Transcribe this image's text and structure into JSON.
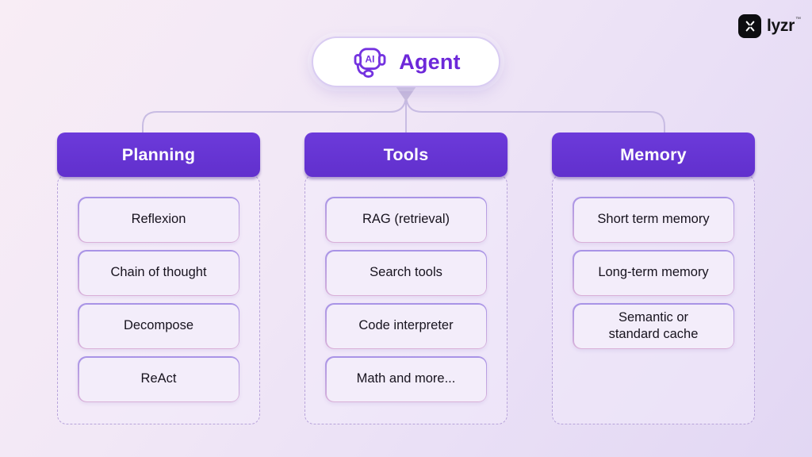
{
  "brand": {
    "name": "lyzr",
    "tm": "™"
  },
  "agent": {
    "label": "Agent",
    "icon": "ai-headset-icon"
  },
  "columns": [
    {
      "id": "planning",
      "title": "Planning",
      "items": [
        "Reflexion",
        "Chain of thought",
        "Decompose",
        "ReAct"
      ]
    },
    {
      "id": "tools",
      "title": "Tools",
      "items": [
        "RAG (retrieval)",
        "Search tools",
        "Code interpreter",
        "Math and more..."
      ]
    },
    {
      "id": "memory",
      "title": "Memory",
      "items": [
        "Short term memory",
        "Long-term memory",
        "Semantic or standard cache"
      ]
    }
  ],
  "colors": {
    "header_purple": "#6633d1",
    "accent_text_purple": "#6d28d9",
    "item_border_top": "#a893e6",
    "item_border_bottom": "#d9b0d8",
    "item_fill": "#f3edfa",
    "panel_dash_border": "#b7a3da",
    "connector": "#c8bce3",
    "background_top_left": "#f8edf5",
    "background_bottom_right": "#e2d7f3",
    "logo_black": "#0d0d10"
  }
}
